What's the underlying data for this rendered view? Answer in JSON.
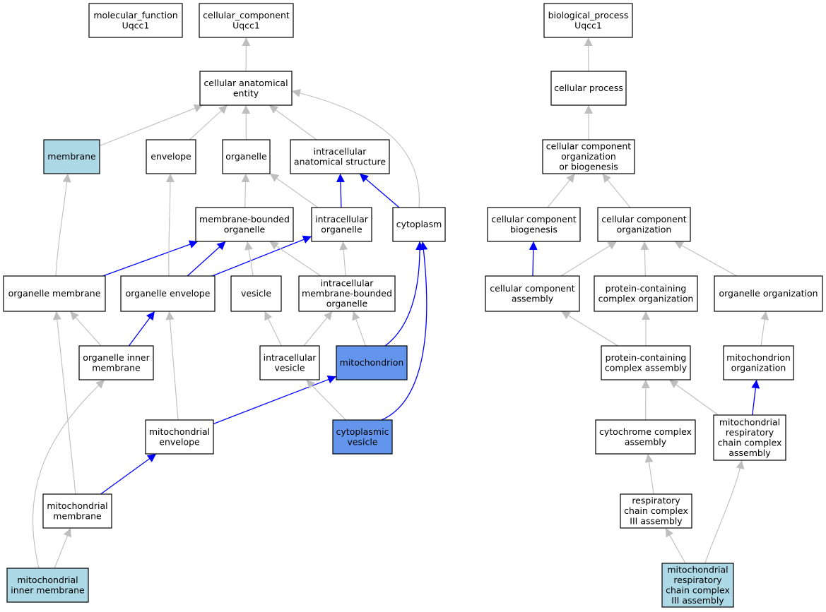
{
  "colors": {
    "default_fill": "#ffffff",
    "direct_annotation_fill": "#add8e6",
    "highlight_fill": "#6495ed",
    "is_a_edge": "#bebebe",
    "part_of_edge": "#0000ff",
    "border": "#000000"
  },
  "nodes": [
    {
      "id": "mf",
      "lines": [
        "molecular_function",
        "Uqcc1"
      ],
      "fill": "default"
    },
    {
      "id": "cc",
      "lines": [
        "cellular_component",
        "Uqcc1"
      ],
      "fill": "default"
    },
    {
      "id": "bp",
      "lines": [
        "biological_process",
        "Uqcc1"
      ],
      "fill": "default"
    },
    {
      "id": "cae",
      "lines": [
        "cellular anatomical",
        "entity"
      ],
      "fill": "default"
    },
    {
      "id": "cp",
      "lines": [
        "cellular process"
      ],
      "fill": "default"
    },
    {
      "id": "membrane",
      "lines": [
        "membrane"
      ],
      "fill": "direct"
    },
    {
      "id": "envelope",
      "lines": [
        "envelope"
      ],
      "fill": "default"
    },
    {
      "id": "organelle",
      "lines": [
        "organelle"
      ],
      "fill": "default"
    },
    {
      "id": "ias",
      "lines": [
        "intracellular",
        "anatomical structure"
      ],
      "fill": "default"
    },
    {
      "id": "ccob",
      "lines": [
        "cellular component",
        "organization",
        "or biogenesis"
      ],
      "fill": "default"
    },
    {
      "id": "mbo",
      "lines": [
        "membrane-bounded",
        "organelle"
      ],
      "fill": "default"
    },
    {
      "id": "io",
      "lines": [
        "intracellular",
        "organelle"
      ],
      "fill": "default"
    },
    {
      "id": "cytoplasm",
      "lines": [
        "cytoplasm"
      ],
      "fill": "default"
    },
    {
      "id": "ccb",
      "lines": [
        "cellular component",
        "biogenesis"
      ],
      "fill": "default"
    },
    {
      "id": "cco",
      "lines": [
        "cellular component",
        "organization"
      ],
      "fill": "default"
    },
    {
      "id": "om",
      "lines": [
        "organelle membrane"
      ],
      "fill": "default"
    },
    {
      "id": "oe",
      "lines": [
        "organelle envelope"
      ],
      "fill": "default"
    },
    {
      "id": "vesicle",
      "lines": [
        "vesicle"
      ],
      "fill": "default"
    },
    {
      "id": "imbo",
      "lines": [
        "intracellular",
        "membrane-bounded",
        "organelle"
      ],
      "fill": "default"
    },
    {
      "id": "cca",
      "lines": [
        "cellular component",
        "assembly"
      ],
      "fill": "default"
    },
    {
      "id": "pcco",
      "lines": [
        "protein-containing",
        "complex organization"
      ],
      "fill": "default"
    },
    {
      "id": "oo",
      "lines": [
        "organelle organization"
      ],
      "fill": "default"
    },
    {
      "id": "oim",
      "lines": [
        "organelle inner",
        "membrane"
      ],
      "fill": "default"
    },
    {
      "id": "iv",
      "lines": [
        "intracellular",
        "vesicle"
      ],
      "fill": "default"
    },
    {
      "id": "mito",
      "lines": [
        "mitochondrion"
      ],
      "fill": "highlight"
    },
    {
      "id": "pcca",
      "lines": [
        "protein-containing",
        "complex assembly"
      ],
      "fill": "default"
    },
    {
      "id": "mo",
      "lines": [
        "mitochondrion",
        "organization"
      ],
      "fill": "default"
    },
    {
      "id": "me",
      "lines": [
        "mitochondrial",
        "envelope"
      ],
      "fill": "default"
    },
    {
      "id": "cv",
      "lines": [
        "cytoplasmic",
        "vesicle"
      ],
      "fill": "highlight"
    },
    {
      "id": "cyca",
      "lines": [
        "cytochrome complex",
        "assembly"
      ],
      "fill": "default"
    },
    {
      "id": "mrcca",
      "lines": [
        "mitochondrial",
        "respiratory",
        "chain complex",
        "assembly"
      ],
      "fill": "default"
    },
    {
      "id": "mm",
      "lines": [
        "mitochondrial",
        "membrane"
      ],
      "fill": "default"
    },
    {
      "id": "rcc3",
      "lines": [
        "respiratory",
        "chain complex",
        "III assembly"
      ],
      "fill": "default"
    },
    {
      "id": "mim",
      "lines": [
        "mitochondrial",
        "inner membrane"
      ],
      "fill": "direct"
    },
    {
      "id": "mrcc3",
      "lines": [
        "mitochondrial",
        "respiratory",
        "chain complex",
        "III assembly"
      ],
      "fill": "direct"
    }
  ],
  "edges": [
    {
      "from": "cae",
      "to": "cc",
      "type": "is_a"
    },
    {
      "from": "membrane",
      "to": "cae",
      "type": "is_a"
    },
    {
      "from": "envelope",
      "to": "cae",
      "type": "is_a"
    },
    {
      "from": "organelle",
      "to": "cae",
      "type": "is_a"
    },
    {
      "from": "ias",
      "to": "cae",
      "type": "is_a"
    },
    {
      "from": "cytoplasm",
      "to": "cae",
      "type": "is_a"
    },
    {
      "from": "mbo",
      "to": "organelle",
      "type": "is_a"
    },
    {
      "from": "io",
      "to": "organelle",
      "type": "is_a"
    },
    {
      "from": "io",
      "to": "ias",
      "type": "part_of"
    },
    {
      "from": "cytoplasm",
      "to": "ias",
      "type": "part_of"
    },
    {
      "from": "om",
      "to": "membrane",
      "type": "is_a"
    },
    {
      "from": "om",
      "to": "mbo",
      "type": "part_of"
    },
    {
      "from": "oe",
      "to": "envelope",
      "type": "is_a"
    },
    {
      "from": "oe",
      "to": "mbo",
      "type": "part_of"
    },
    {
      "from": "oe",
      "to": "io",
      "type": "part_of"
    },
    {
      "from": "vesicle",
      "to": "mbo",
      "type": "is_a"
    },
    {
      "from": "imbo",
      "to": "mbo",
      "type": "is_a"
    },
    {
      "from": "imbo",
      "to": "io",
      "type": "is_a"
    },
    {
      "from": "oim",
      "to": "om",
      "type": "is_a"
    },
    {
      "from": "oim",
      "to": "oe",
      "type": "part_of"
    },
    {
      "from": "iv",
      "to": "vesicle",
      "type": "is_a"
    },
    {
      "from": "iv",
      "to": "imbo",
      "type": "is_a"
    },
    {
      "from": "mito",
      "to": "imbo",
      "type": "is_a"
    },
    {
      "from": "mito",
      "to": "cytoplasm",
      "type": "part_of"
    },
    {
      "from": "me",
      "to": "oe",
      "type": "is_a"
    },
    {
      "from": "me",
      "to": "mito",
      "type": "part_of"
    },
    {
      "from": "cv",
      "to": "iv",
      "type": "is_a"
    },
    {
      "from": "cv",
      "to": "cytoplasm",
      "type": "part_of"
    },
    {
      "from": "mm",
      "to": "om",
      "type": "is_a"
    },
    {
      "from": "mm",
      "to": "me",
      "type": "part_of"
    },
    {
      "from": "mim",
      "to": "oim",
      "type": "is_a"
    },
    {
      "from": "mim",
      "to": "mm",
      "type": "is_a"
    },
    {
      "from": "cp",
      "to": "bp",
      "type": "is_a"
    },
    {
      "from": "ccob",
      "to": "cp",
      "type": "is_a"
    },
    {
      "from": "ccb",
      "to": "ccob",
      "type": "is_a"
    },
    {
      "from": "cco",
      "to": "ccob",
      "type": "is_a"
    },
    {
      "from": "cca",
      "to": "ccb",
      "type": "part_of"
    },
    {
      "from": "cca",
      "to": "cco",
      "type": "is_a"
    },
    {
      "from": "pcco",
      "to": "cco",
      "type": "is_a"
    },
    {
      "from": "oo",
      "to": "cco",
      "type": "is_a"
    },
    {
      "from": "pcca",
      "to": "cca",
      "type": "is_a"
    },
    {
      "from": "pcca",
      "to": "pcco",
      "type": "is_a"
    },
    {
      "from": "mo",
      "to": "oo",
      "type": "is_a"
    },
    {
      "from": "cyca",
      "to": "pcca",
      "type": "is_a"
    },
    {
      "from": "mrcca",
      "to": "pcca",
      "type": "is_a"
    },
    {
      "from": "mrcca",
      "to": "mo",
      "type": "part_of"
    },
    {
      "from": "rcc3",
      "to": "cyca",
      "type": "is_a"
    },
    {
      "from": "mrcc3",
      "to": "rcc3",
      "type": "is_a"
    },
    {
      "from": "mrcc3",
      "to": "mrcca",
      "type": "is_a"
    }
  ]
}
